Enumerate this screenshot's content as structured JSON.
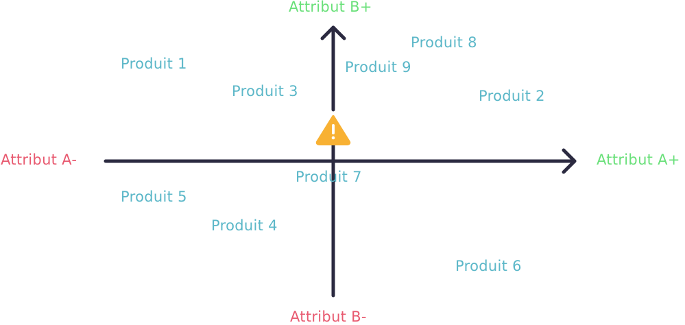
{
  "colors": {
    "axis": "#2b2a40",
    "negative_label": "#e85a70",
    "positive_label": "#6ae07a",
    "product_label": "#5bb7c8",
    "warning": "#f8b133"
  },
  "axes": {
    "x_negative": "Attribut A-",
    "x_positive": "Attribut A+",
    "y_positive": "Attribut B+",
    "y_negative": "Attribut B-"
  },
  "products": [
    "Produit 1",
    "Produit 2",
    "Produit 3",
    "Produit 4",
    "Produit 5",
    "Produit 6",
    "Produit 7",
    "Produit 8",
    "Produit 9"
  ],
  "icons": {
    "center": "warning-icon"
  }
}
